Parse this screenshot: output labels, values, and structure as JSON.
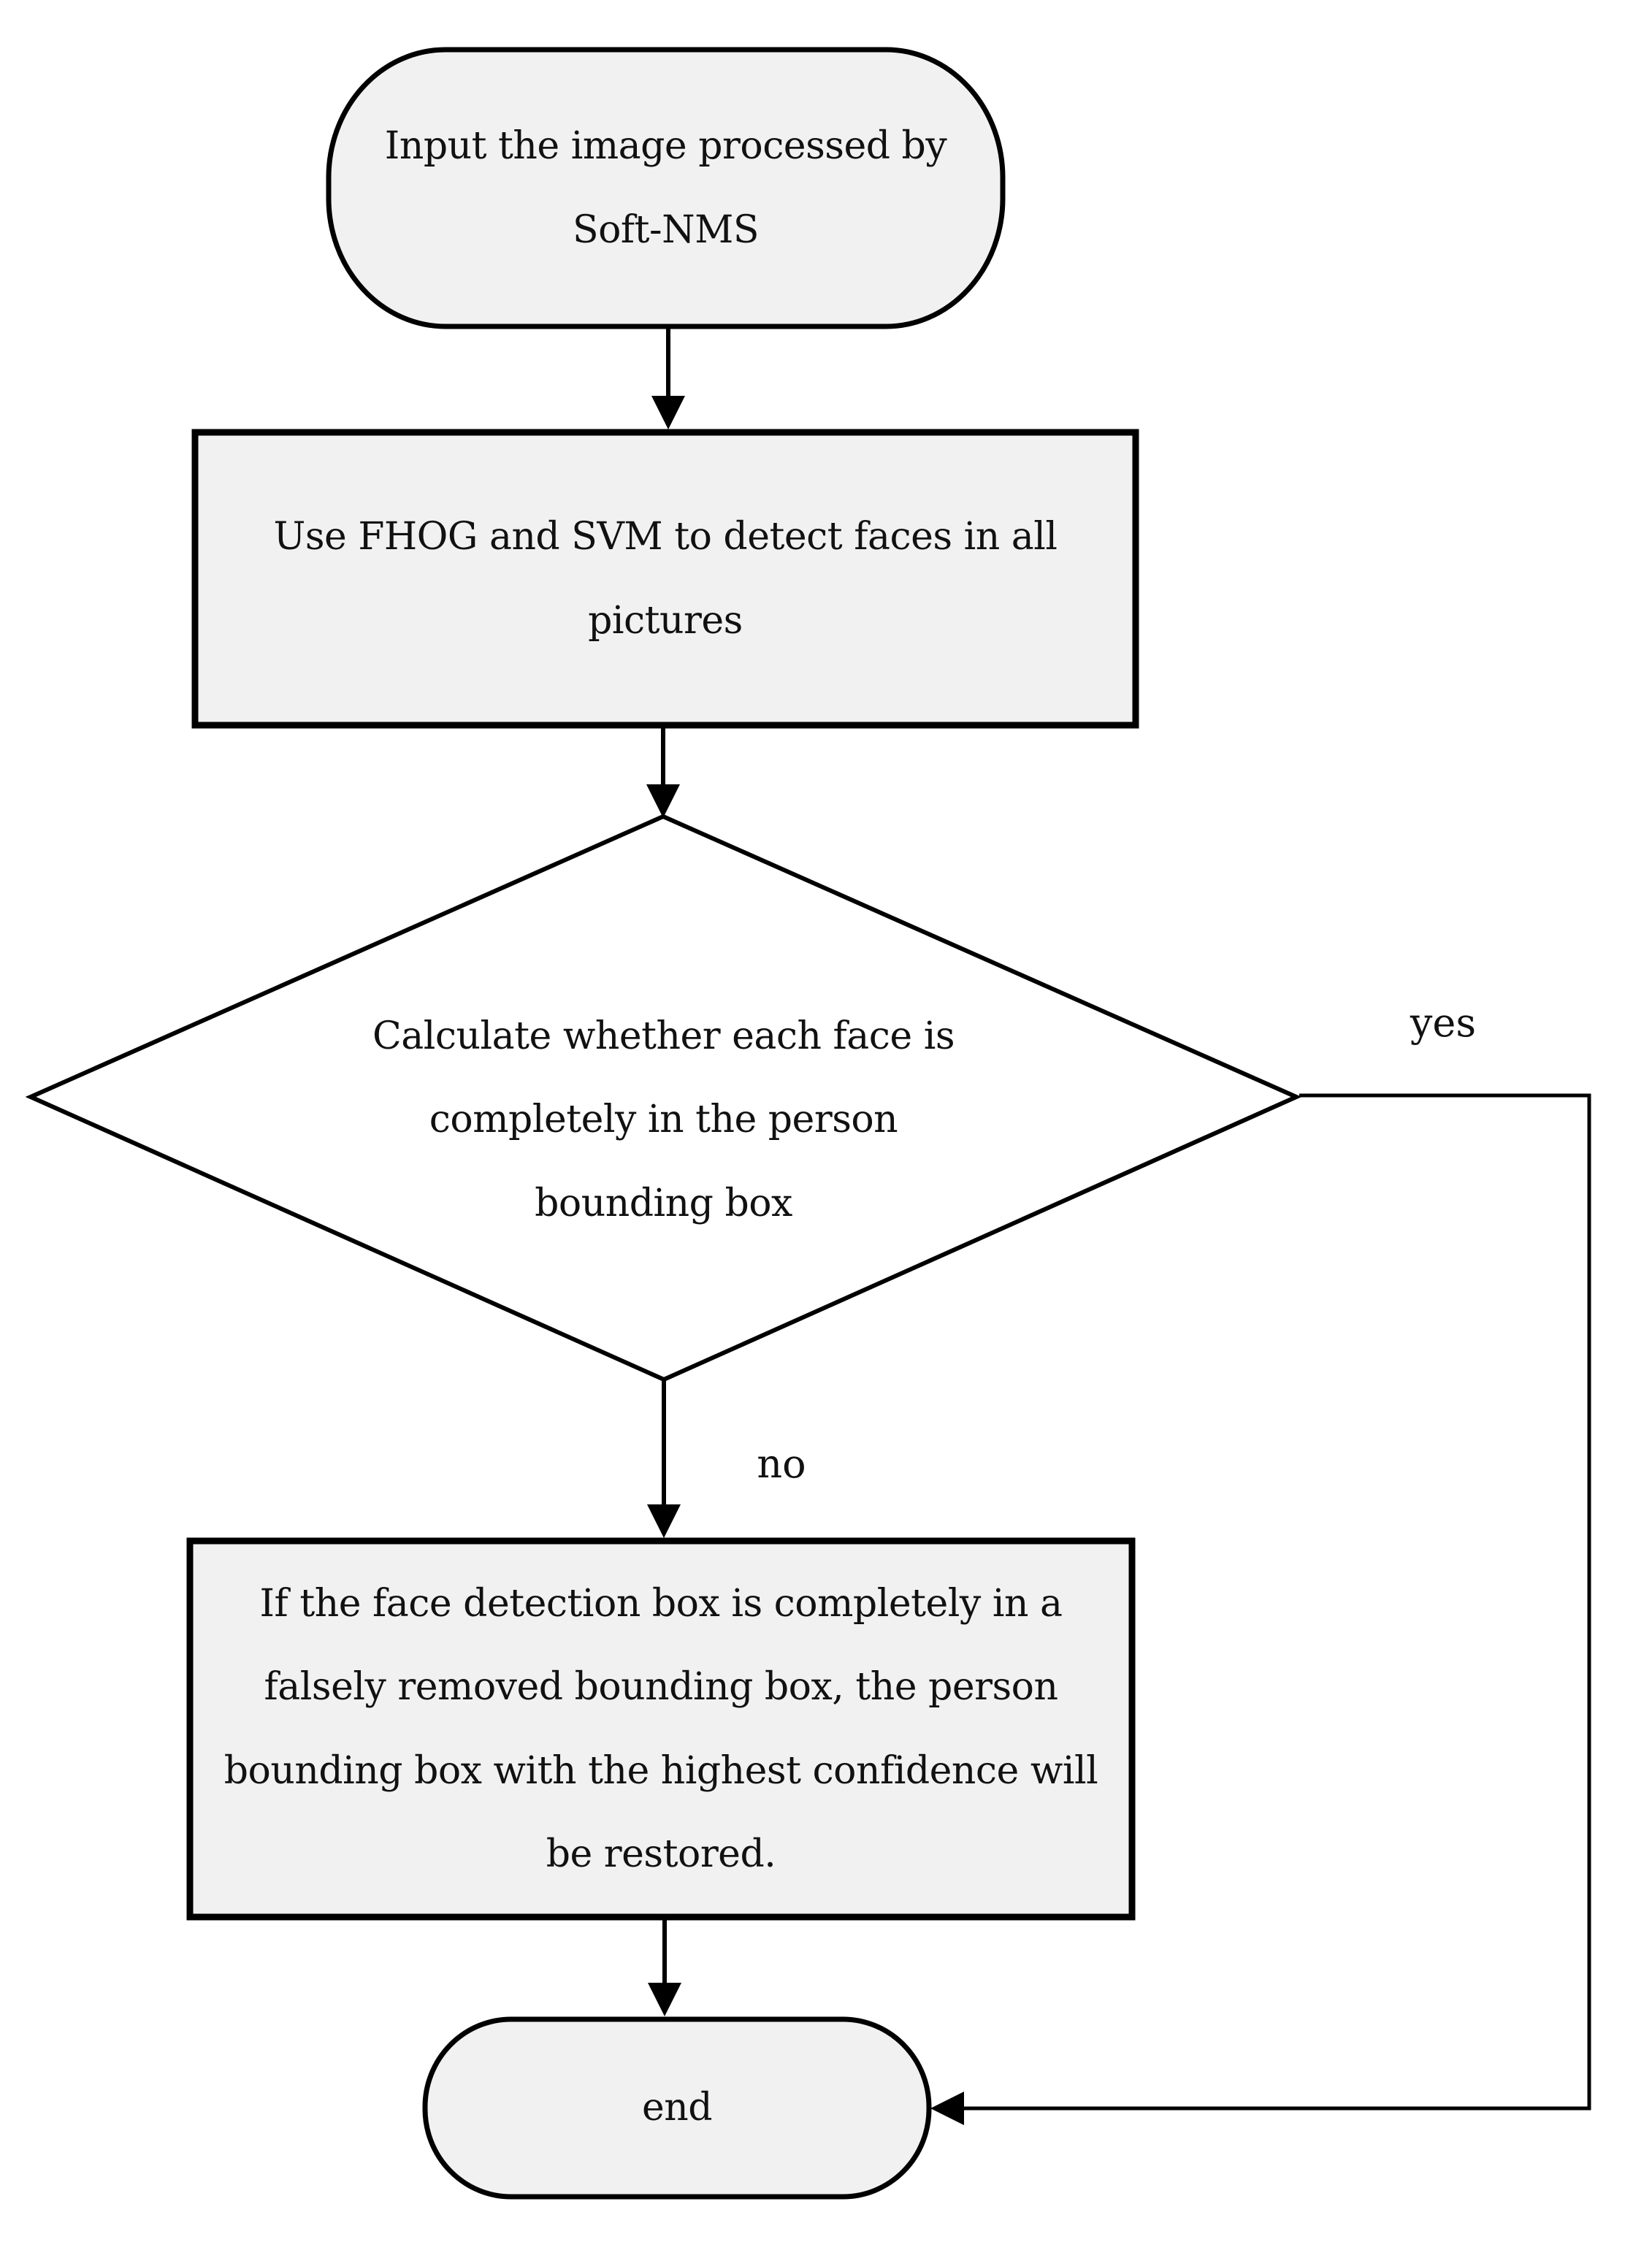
{
  "flowchart": {
    "colors": {
      "background": "#ffffff",
      "node_fill": "#f1f1f1",
      "decision_fill": "#ffffff",
      "stroke": "#000000"
    },
    "nodes": {
      "start": {
        "type": "terminator",
        "label": "Input the image processed by\nSoft-NMS"
      },
      "detect": {
        "type": "process",
        "label": "Use FHOG and SVM to detect faces in all\npictures"
      },
      "decision": {
        "type": "decision",
        "label": "Calculate whether each face is\ncompletely in the person\nbounding box"
      },
      "restore": {
        "type": "process",
        "label": "If the face detection box is completely in a\nfalsely removed bounding box, the person\nbounding box with the highest confidence will\nbe restored."
      },
      "end": {
        "type": "terminator",
        "label": "end"
      }
    },
    "branch_labels": {
      "yes": "yes",
      "no": "no"
    },
    "edges": [
      {
        "from": "start",
        "to": "detect",
        "label": ""
      },
      {
        "from": "detect",
        "to": "decision",
        "label": ""
      },
      {
        "from": "decision",
        "to": "restore",
        "label": "no"
      },
      {
        "from": "decision",
        "to": "end",
        "label": "yes"
      },
      {
        "from": "restore",
        "to": "end",
        "label": ""
      }
    ]
  }
}
